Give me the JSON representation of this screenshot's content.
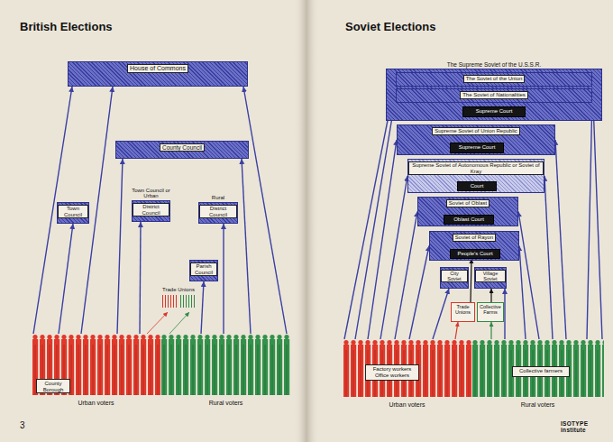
{
  "diagram": {
    "title": "British Elections",
    "nodes": [
      {
        "text": [
          "House of Commons"
        ]
      },
      {
        "text": [
          "County Council"
        ]
      },
      {
        "text": [
          "Town Council"
        ]
      },
      {
        "text": [
          "Town Council or Urban",
          "District Council"
        ]
      },
      {
        "text": [
          "Rural",
          "District Council"
        ]
      },
      {
        "text": [
          "Parish Council"
        ]
      },
      {
        "text": [
          "Trade Unions"
        ]
      },
      {
        "text": [
          "Urban voters"
        ]
      },
      {
        "text": [
          "County Borough"
        ],
        "in": 7
      },
      {
        "text": [
          "Rural voters"
        ]
      },
      {
        "text": [
          "The Supreme Soviet of the U.S.S.R."
        ]
      },
      {
        "text": [
          "The Soviet of the Union"
        ],
        "in": 10
      },
      {
        "text": [
          "The Soviet of Nationalities"
        ],
        "in": 10
      },
      {
        "text": [
          "Supreme Court"
        ],
        "in": 10
      },
      {
        "text": [
          "Supreme Soviet of Union Republic"
        ]
      },
      {
        "text": [
          "Supreme Court"
        ],
        "in": 14
      },
      {
        "text": [
          "Supreme Soviet of Autonomous Republic or Soviet of Kray"
        ]
      },
      {
        "text": [
          "Court"
        ],
        "in": 16
      },
      {
        "text": [
          "Soviet of Oblast"
        ]
      },
      {
        "text": [
          "Oblast Court"
        ],
        "in": 18
      },
      {
        "text": [
          "Soviet of Rayon"
        ]
      },
      {
        "text": [
          "People's Court"
        ],
        "in": 20
      },
      {
        "text": [
          "City Soviet"
        ]
      },
      {
        "text": [
          "Village Soviet"
        ]
      },
      {
        "text": [
          "Trade Unions"
        ]
      },
      {
        "text": [
          "Collective Farms"
        ]
      },
      {
        "text": [
          "Urban voters"
        ]
      },
      {
        "text": [
          "Factory workers Office workers"
        ],
        "in": 26
      },
      {
        "text": [
          "Rural voters"
        ]
      },
      {
        "text": [
          "Collective farmers"
        ],
        "in": 28
      }
    ],
    "edges": [
      {
        "from": 7,
        "to": 0,
        "arrow": "to"
      },
      {
        "from": 7,
        "to": 2,
        "arrow": "to"
      },
      {
        "from": 7,
        "to": 0,
        "arrow": "to"
      },
      {
        "from": 7,
        "to": 1,
        "arrow": "to"
      },
      {
        "from": 7,
        "to": 3,
        "arrow": "to"
      },
      {
        "from": 7,
        "to": 6,
        "arrow": "to"
      },
      {
        "from": 9,
        "to": 6,
        "arrow": "to"
      },
      {
        "from": 9,
        "to": 5,
        "arrow": "to"
      },
      {
        "from": 9,
        "to": 4,
        "arrow": "to"
      },
      {
        "from": 9,
        "to": 1,
        "arrow": "to"
      },
      {
        "from": 9,
        "to": 0,
        "arrow": "to"
      },
      {
        "from": 26,
        "to": 11,
        "arrow": "to"
      },
      {
        "from": 26,
        "to": 12,
        "arrow": "to"
      },
      {
        "from": 26,
        "to": 14,
        "arrow": "to"
      },
      {
        "from": 26,
        "to": 16,
        "arrow": "to"
      },
      {
        "from": 26,
        "to": 18,
        "arrow": "to"
      },
      {
        "from": 26,
        "to": 20,
        "arrow": "to"
      },
      {
        "from": 26,
        "to": 22,
        "arrow": "to"
      },
      {
        "from": 26,
        "to": 24,
        "arrow": "to"
      },
      {
        "from": 24,
        "to": 21,
        "arrow": "to"
      },
      {
        "from": 28,
        "to": 25,
        "arrow": "to"
      },
      {
        "from": 25,
        "to": 23,
        "arrow": "to"
      },
      {
        "from": 28,
        "to": 23,
        "arrow": "to"
      },
      {
        "from": 28,
        "to": 20,
        "arrow": "to"
      },
      {
        "from": 28,
        "to": 18,
        "arrow": "to"
      },
      {
        "from": 28,
        "to": 16,
        "arrow": "to"
      },
      {
        "from": 28,
        "to": 14,
        "arrow": "to"
      },
      {
        "from": 28,
        "to": 12,
        "arrow": "to"
      },
      {
        "from": 28,
        "to": 11,
        "arrow": "to"
      }
    ],
    "labels": [
      "Soviet Elections",
      "3",
      "ISOTYPE institute"
    ]
  }
}
